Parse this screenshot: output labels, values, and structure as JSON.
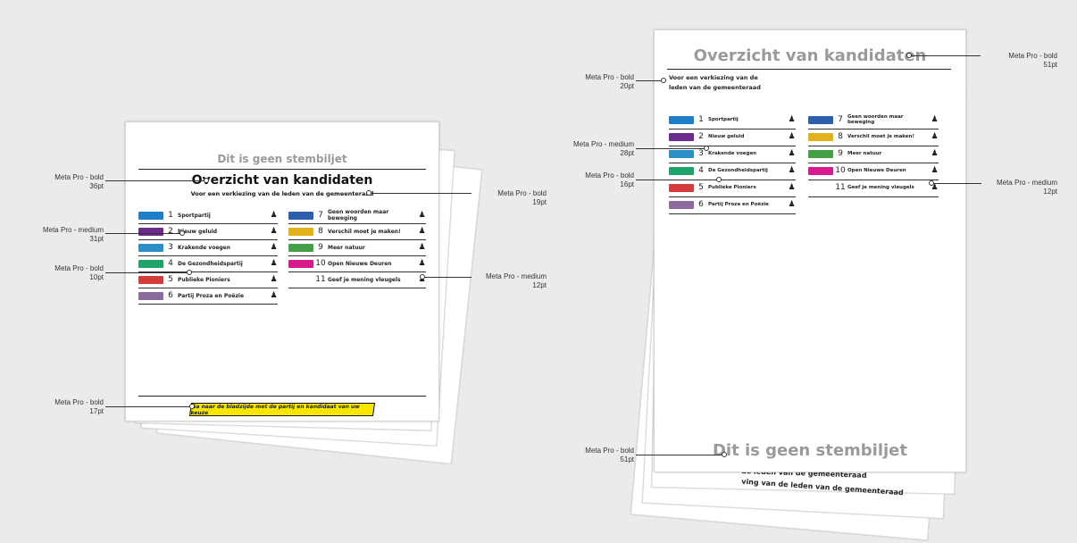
{
  "left_mockup": {
    "header_note": "Dit is geen stembiljet",
    "title": "Overzicht van kandidaten",
    "subtitle": "Voor een verkiezing van de leden van de gemeenteraad",
    "parties_col1": [
      {
        "num": "1",
        "name": "Sportpartij",
        "logo_color": "#1e7fc8"
      },
      {
        "num": "2",
        "name": "Nieuw geluid",
        "logo_color": "#6b2a8c"
      },
      {
        "num": "3",
        "name": "Krakende voegen",
        "logo_color": "#2a8fc9"
      },
      {
        "num": "4",
        "name": "De Gezondheidspartij",
        "logo_color": "#1fa36a"
      },
      {
        "num": "5",
        "name": "Publieke Pioniers",
        "logo_color": "#d43b3b"
      },
      {
        "num": "6",
        "name": "Partij Proza en Poëzie",
        "logo_color": "#8b6a9e"
      }
    ],
    "parties_col2": [
      {
        "num": "7",
        "name": "Geen woorden maar beweging",
        "logo_color": "#2d5fae"
      },
      {
        "num": "8",
        "name": "Verschil moet je maken!",
        "logo_color": "#e2b21b"
      },
      {
        "num": "9",
        "name": "Meer natuur",
        "logo_color": "#43a047"
      },
      {
        "num": "10",
        "name": "Open Nieuwe Deuren",
        "logo_color": "#d81b8c"
      },
      {
        "num": "11",
        "name": "Geef je mening vleugels",
        "logo_color": ""
      }
    ],
    "footer": "Ga naar de bladzijde met de partij en kandidaat van uw keuze"
  },
  "right_mockup": {
    "title": "Overzicht van kandidaten",
    "subtitle_line1": "Voor een verkiezing van de",
    "subtitle_line2": "leden van de gemeenteraad",
    "parties_col1": [
      {
        "num": "1",
        "name": "Sportpartij"
      },
      {
        "num": "2",
        "name": "Nieuw geluid"
      },
      {
        "num": "3",
        "name": "Krakende voegen"
      },
      {
        "num": "4",
        "name": "De Gezondheidspartij"
      },
      {
        "num": "5",
        "name": "Publieke Pioniers"
      },
      {
        "num": "6",
        "name": "Partij Proza en Poëzie"
      }
    ],
    "parties_col2": [
      {
        "num": "7",
        "name": "Geen woorden maar beweging"
      },
      {
        "num": "8",
        "name": "Verschil moet je maken!"
      },
      {
        "num": "9",
        "name": "Meer natuur"
      },
      {
        "num": "10",
        "name": "Open Nieuwe Deuren"
      },
      {
        "num": "11",
        "name": "Geef je mening vleugels"
      }
    ],
    "footer_note": "Dit is geen stembiljet",
    "under_sheet_text_1": "de leden van de gemeenteraad",
    "under_sheet_text_2": "ving van de leden van de gemeenteraad"
  },
  "annotations": {
    "l_title": {
      "font": "Meta Pro - bold",
      "size": "36pt"
    },
    "l_num": {
      "font": "Meta Pro - medium",
      "size": "31pt"
    },
    "l_name": {
      "font": "Meta Pro - bold",
      "size": "10pt"
    },
    "l_footer": {
      "font": "Meta Pro - bold",
      "size": "17pt"
    },
    "l_subtitle": {
      "font": "Meta Pro - bold",
      "size": "19pt"
    },
    "l_person": {
      "font": "Meta Pro - medium",
      "size": "12pt"
    },
    "r_subtitle": {
      "font": "Meta Pro - bold",
      "size": "20pt"
    },
    "r_num": {
      "font": "Meta Pro - medium",
      "size": "28pt"
    },
    "r_name": {
      "font": "Meta Pro - bold",
      "size": "16pt"
    },
    "r_footer": {
      "font": "Meta Pro - bold",
      "size": "51pt"
    },
    "r_title": {
      "font": "Meta Pro - bold",
      "size": "51pt"
    },
    "r_person": {
      "font": "Meta Pro - medium",
      "size": "12pt"
    }
  },
  "icon": "person-icon"
}
